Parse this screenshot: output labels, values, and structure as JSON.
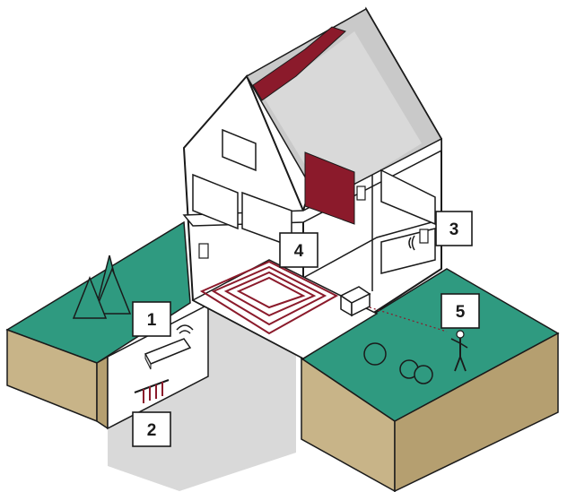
{
  "colors": {
    "grass": "#2f9a80",
    "soil": "#c8b488",
    "soil_dark": "#b59f70",
    "wall": "#ffffff",
    "roof_inner": "#c9c9c9",
    "floor": "#d6d6d6",
    "accent": "#8b1a2b",
    "ink": "#1a1a1a",
    "garage_floor": "#d9d9d9"
  },
  "markers": [
    {
      "id": "1",
      "label": "1"
    },
    {
      "id": "2",
      "label": "2"
    },
    {
      "id": "3",
      "label": "3"
    },
    {
      "id": "4",
      "label": "4"
    },
    {
      "id": "5",
      "label": "5"
    }
  ],
  "icons": [
    "tree-icon",
    "wifi-signal-icon",
    "thermostat-icon",
    "heat-pump-icon",
    "underfloor-heating-icon",
    "person-icon",
    "shrub-icon"
  ]
}
